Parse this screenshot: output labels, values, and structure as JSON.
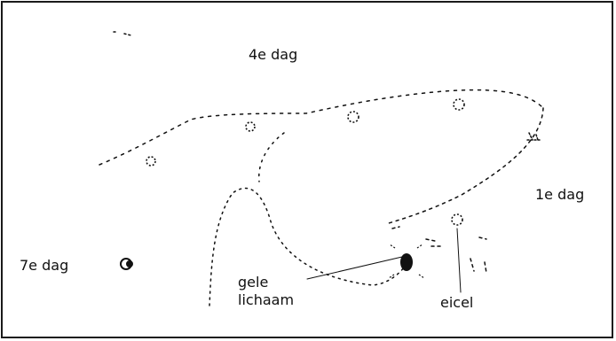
{
  "labels": {
    "day4": "4e dag",
    "day1": "1e dag",
    "day7": "7e dag",
    "corpus_line1": "gele",
    "corpus_line2": "lichaam",
    "egg_cell": "eicel"
  },
  "colors": {
    "ink": "#111111",
    "frame": "#1a1a1a",
    "background": "#ffffff"
  }
}
